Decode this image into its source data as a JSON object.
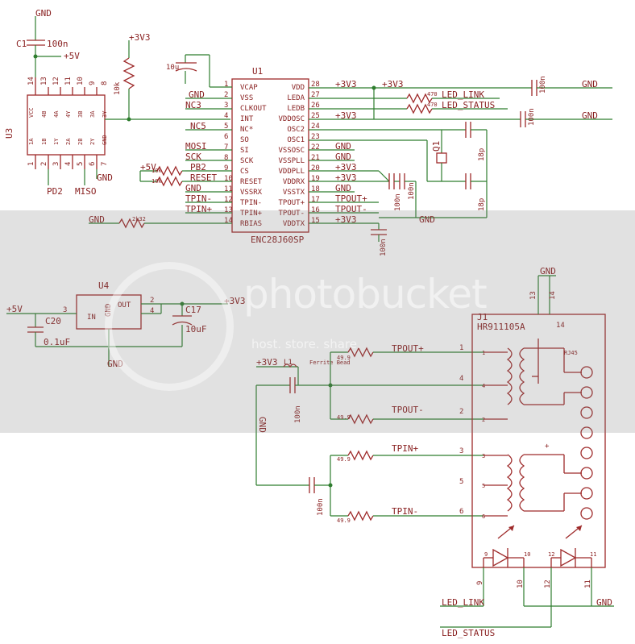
{
  "u3": {
    "ref": "U3",
    "pins_top": [
      "14",
      "13",
      "12",
      "11",
      "10",
      "9",
      "8"
    ],
    "pins_bot": [
      "1",
      "2",
      "3",
      "4",
      "5",
      "6",
      "7"
    ],
    "inner_top": [
      "VCC",
      "4B",
      "4A",
      "4Y",
      "3B",
      "3A",
      "3Y"
    ],
    "inner_bot": [
      "1A",
      "1B",
      "1Y",
      "2A",
      "2B",
      "2Y",
      "GND"
    ],
    "net_pd2": "PD2",
    "net_miso": "MISO",
    "net_gnd": "GND"
  },
  "u1": {
    "ref": "U1",
    "part": "ENC28J60SP",
    "left": [
      [
        "1",
        "VCAP"
      ],
      [
        "2",
        "VSS"
      ],
      [
        "3",
        "CLKOUT"
      ],
      [
        "4",
        "INT"
      ],
      [
        "5",
        "NC*"
      ],
      [
        "6",
        "SO"
      ],
      [
        "7",
        "SI"
      ],
      [
        "8",
        "SCK"
      ],
      [
        "9",
        "CS"
      ],
      [
        "10",
        "RESET"
      ],
      [
        "11",
        "VSSRX"
      ],
      [
        "12",
        "TPIN-"
      ],
      [
        "13",
        "TPIN+"
      ],
      [
        "14",
        "RBIAS"
      ]
    ],
    "right": [
      [
        "28",
        "VDD"
      ],
      [
        "27",
        "LEDA"
      ],
      [
        "26",
        "LEDB"
      ],
      [
        "25",
        "VDDOSC"
      ],
      [
        "24",
        "OSC2"
      ],
      [
        "23",
        "OSC1"
      ],
      [
        "22",
        "VSSOSC"
      ],
      [
        "21",
        "VSSPLL"
      ],
      [
        "20",
        "VDDPLL"
      ],
      [
        "19",
        "VDDRX"
      ],
      [
        "18",
        "VSSTX"
      ],
      [
        "17",
        "TPOUT+"
      ],
      [
        "16",
        "TPOUT-"
      ],
      [
        "15",
        "VDDTX"
      ]
    ]
  },
  "nets": {
    "gnd": "GND",
    "p5v": "+5V",
    "p3v3": "+3V3",
    "nc3": "NC3",
    "nc5": "NC5",
    "mosi": "MOSI",
    "sck": "SCK",
    "pb2": "PB2",
    "reset": "RESET",
    "tpin_m": "TPIN-",
    "tpin_p": "TPIN+",
    "tpout_p": "TPOUT+",
    "tpout_m": "TPOUT-",
    "led_link": "LED_LINK",
    "led_status": "LED_STATUS"
  },
  "parts": {
    "c1": "C1",
    "c1v": "100n",
    "q1": "Q1",
    "c5v": "18p",
    "c6v": "18p",
    "c2v": "100n",
    "c8v": "100n",
    "c3v": "100n",
    "c4v": "100n",
    "c7v": "100n",
    "r470a": "470",
    "r470b": "470",
    "r10k": "10k",
    "r_a": "10k",
    "r_b": "10k",
    "r2k": "2k32",
    "cap10u": "10u",
    "u4": "U4",
    "u4_in": "IN",
    "u4_out": "OUT",
    "u4_gnd": "GND",
    "c20": "C20",
    "c20v": "0.1uF",
    "c17": "C17",
    "c17v": "10uF",
    "l1": "L1",
    "l1n": "Ferrite Bead",
    "c9v": "100n",
    "c10v": "100n",
    "r49": "49.9",
    "j1": "J1",
    "j1p": "HR911105A",
    "rj45": "RJ45"
  },
  "watermark": {
    "text": "photobucket",
    "sub": "host. store. share."
  }
}
